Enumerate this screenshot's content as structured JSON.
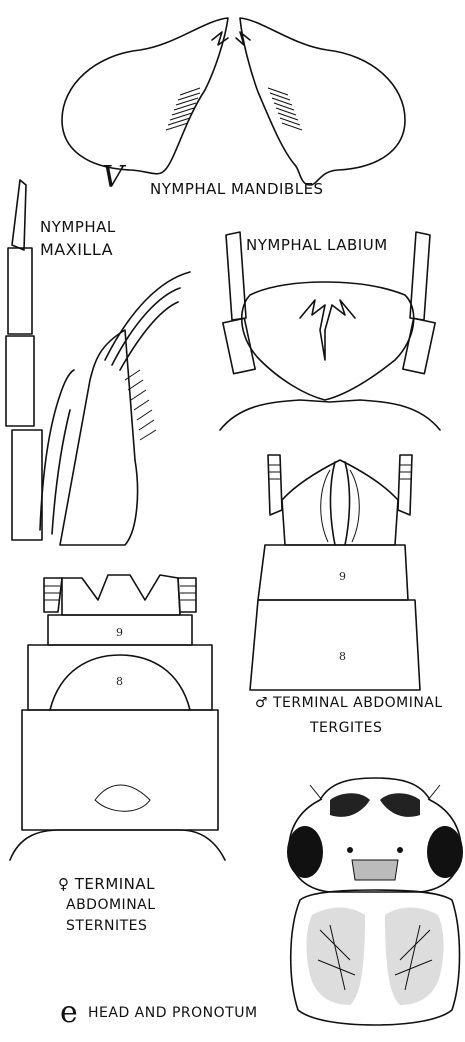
{
  "captions": {
    "mandibles": "NYMPHAL MANDIBLES",
    "maxilla_line1": "NYMPHAL",
    "maxilla_line2": "MAXILLA",
    "labium": "NYMPHAL LABIUM",
    "tergites_line1": "♂ TERMINAL ABDOMINAL",
    "tergites_line2": "TERGITES",
    "sternites_line1": "♀ TERMINAL",
    "sternites_line2": "ABDOMINAL",
    "sternites_line3": "STERNITES",
    "head_pronotum": "HEAD AND PRONOTUM"
  },
  "figure_marks": {
    "mandible_mark": "V",
    "head_mark": "e"
  },
  "segment_labels": {
    "tergite_9": "9",
    "tergite_8": "8",
    "sternite_9": "9",
    "sternite_8": "8"
  }
}
